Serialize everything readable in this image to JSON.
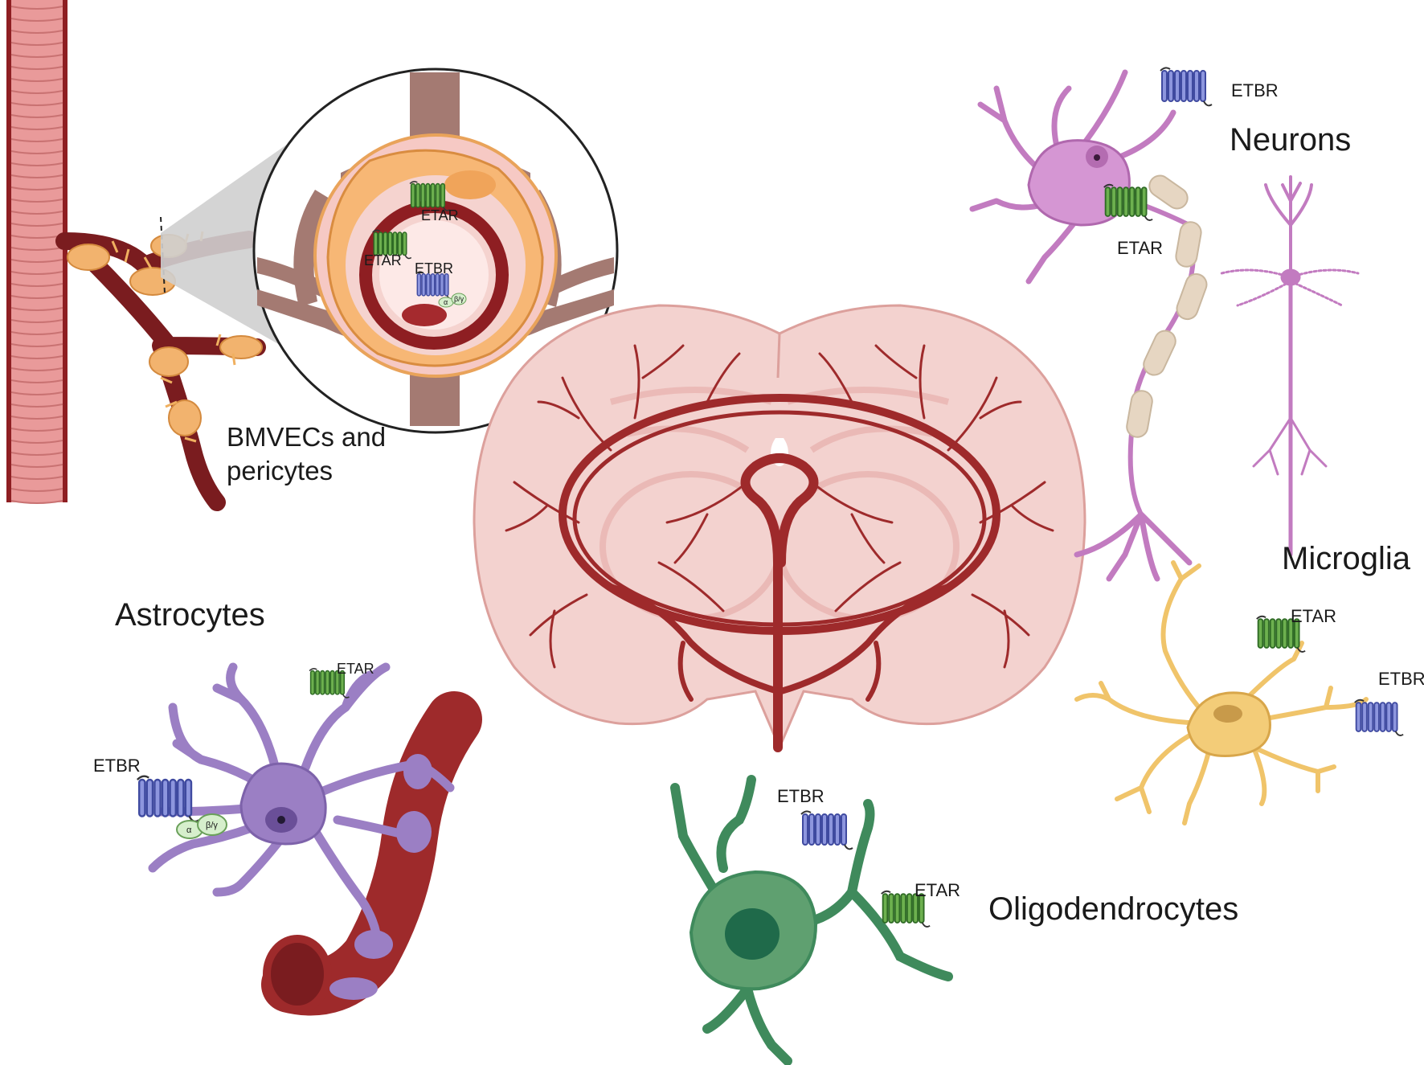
{
  "labels": {
    "bmvecs_line1": "BMVECs and",
    "bmvecs_line2": "pericytes",
    "neurons": "Neurons",
    "microglia": "Microglia",
    "astrocytes": "Astrocytes",
    "oligodendrocytes": "Oligodendrocytes"
  },
  "receptors": {
    "etar": "ETAR",
    "etbr": "ETBR",
    "g_alpha": "α",
    "g_beta_gamma": "β/γ"
  },
  "colors": {
    "etar": "#4f9a3a",
    "etbr": "#6b78c8",
    "vessel": "#9e2a2b",
    "brain": "#f3d2cf",
    "neuron": "#c27bc0",
    "astrocyte": "#9b7fc4",
    "microglia": "#f0c46a",
    "oligodendrocyte": "#3f8a5c",
    "pericyte": "#f2b36e"
  }
}
